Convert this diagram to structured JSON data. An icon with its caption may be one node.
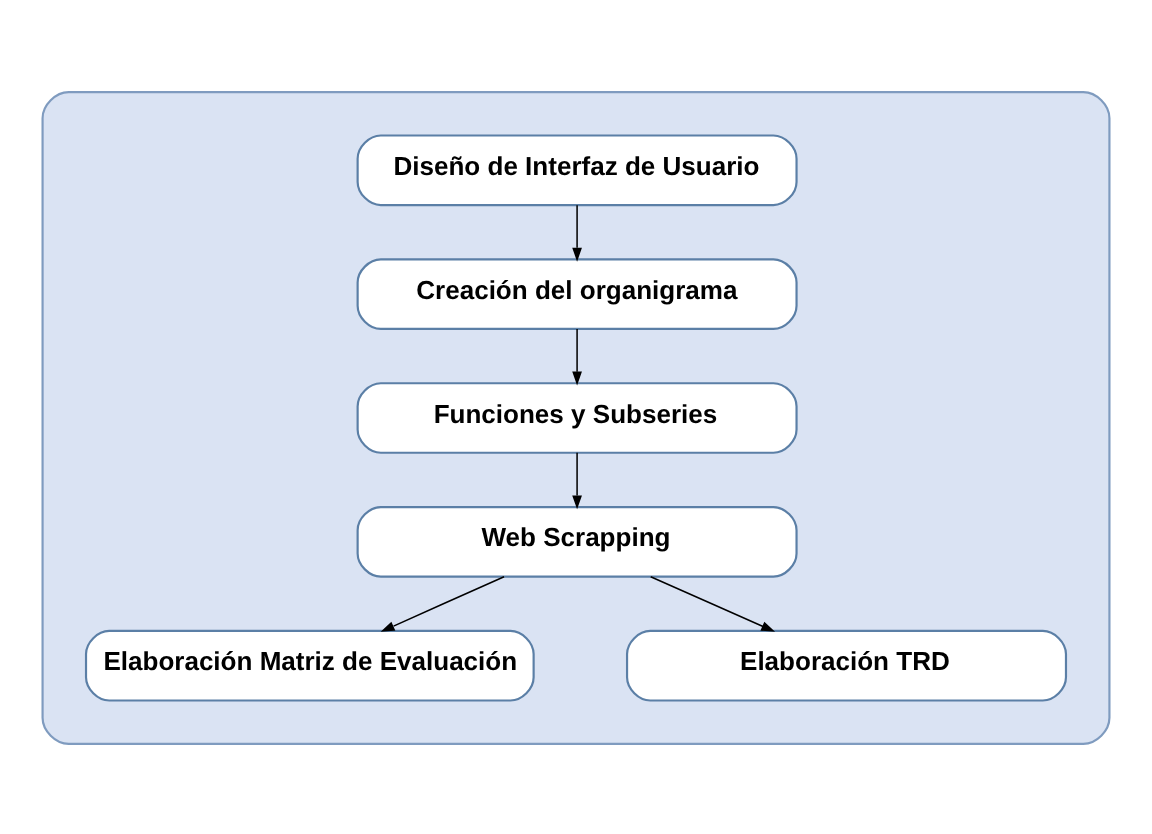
{
  "diagram": {
    "nodes": [
      {
        "text": [],
        "shape": "box"
      },
      {
        "text": [
          "Diseño de Interfaz de Usuario"
        ],
        "in": 0
      },
      {
        "text": [
          "Creación del organigrama"
        ],
        "in": 0
      },
      {
        "text": [
          "Funciones y Subseries"
        ],
        "in": 0
      },
      {
        "text": [
          "Web Scrapping"
        ],
        "in": 0
      },
      {
        "text": [
          "Elaboración Matriz de Evaluación"
        ],
        "in": 0
      },
      {
        "text": [
          "Elaboración TRD"
        ],
        "in": 0
      }
    ],
    "edges": [
      {
        "from": 1,
        "to": 2,
        "arrow": "to"
      },
      {
        "from": 2,
        "to": 3,
        "arrow": "to"
      },
      {
        "from": 3,
        "to": 4,
        "arrow": "to"
      },
      {
        "from": 4,
        "to": 5,
        "arrow": "to"
      },
      {
        "from": 4,
        "to": 6,
        "arrow": "to"
      }
    ]
  }
}
